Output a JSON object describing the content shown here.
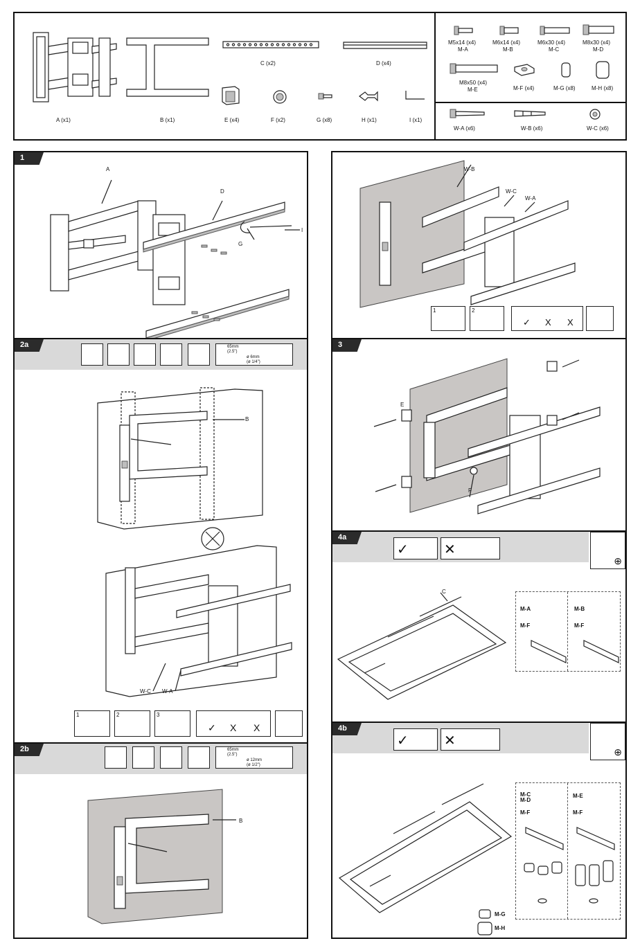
{
  "parts": {
    "a": "A (x1)",
    "b": "B (x1)",
    "c": "C (x2)",
    "d": "D (x4)",
    "e": "E (x4)",
    "f": "F (x2)",
    "g": "G (x8)",
    "h": "H (x1)",
    "i": "I (x1)"
  },
  "screws": {
    "ma_size": "M5x14 (x4)",
    "ma_code": "M-A",
    "mb_size": "M6x14 (x4)",
    "mb_code": "M-B",
    "mc_size": "M6x30 (x4)",
    "mc_code": "M-C",
    "md_size": "M8x30 (x4)",
    "md_code": "M-D",
    "me_size": "M8x50 (x4)",
    "me_code": "M-E",
    "mf": "M-F (x4)",
    "mg": "M-G (x8)",
    "mh": "M-H (x8)"
  },
  "wall_hw": {
    "wa": "W-A (x6)",
    "wb": "W-B (x6)",
    "wc": "W-C (x6)"
  },
  "steps": {
    "s1": "1",
    "s2a": "2a",
    "s2b": "2b",
    "s3": "3",
    "s4a": "4a",
    "s4b": "4b"
  },
  "callouts": {
    "a": "A",
    "d": "D",
    "g": "G",
    "i": "I",
    "b": "B",
    "b2": "B",
    "wc": "W-C",
    "wa": "W-A",
    "wb_r": "W-B",
    "wc_r": "W-C",
    "wa_r": "W-A",
    "e": "E",
    "f": "F",
    "c": "C",
    "ma": "M-A",
    "mf1": "M-F",
    "mb": "M-B",
    "mf2": "M-F",
    "mc": "M-C",
    "md": "M-D",
    "mf3": "M-F",
    "me": "M-E",
    "mf4": "M-F",
    "mg": "M-G",
    "mh": "M-H"
  },
  "drill": {
    "depth_2a": "65mm",
    "depth_2a_in": "(2.5\")",
    "dia_2a": "ø 6mm",
    "dia_2a_in": "(ø 1/4\")",
    "depth_2b": "65mm",
    "depth_2b_in": "(2.5\")",
    "dia_2b": "ø 12mm",
    "dia_2b_in": "(ø 1/2\")"
  },
  "sub_steps": {
    "n1": "1",
    "n2": "2",
    "n3": "3",
    "r1": "1",
    "r2": "2"
  }
}
